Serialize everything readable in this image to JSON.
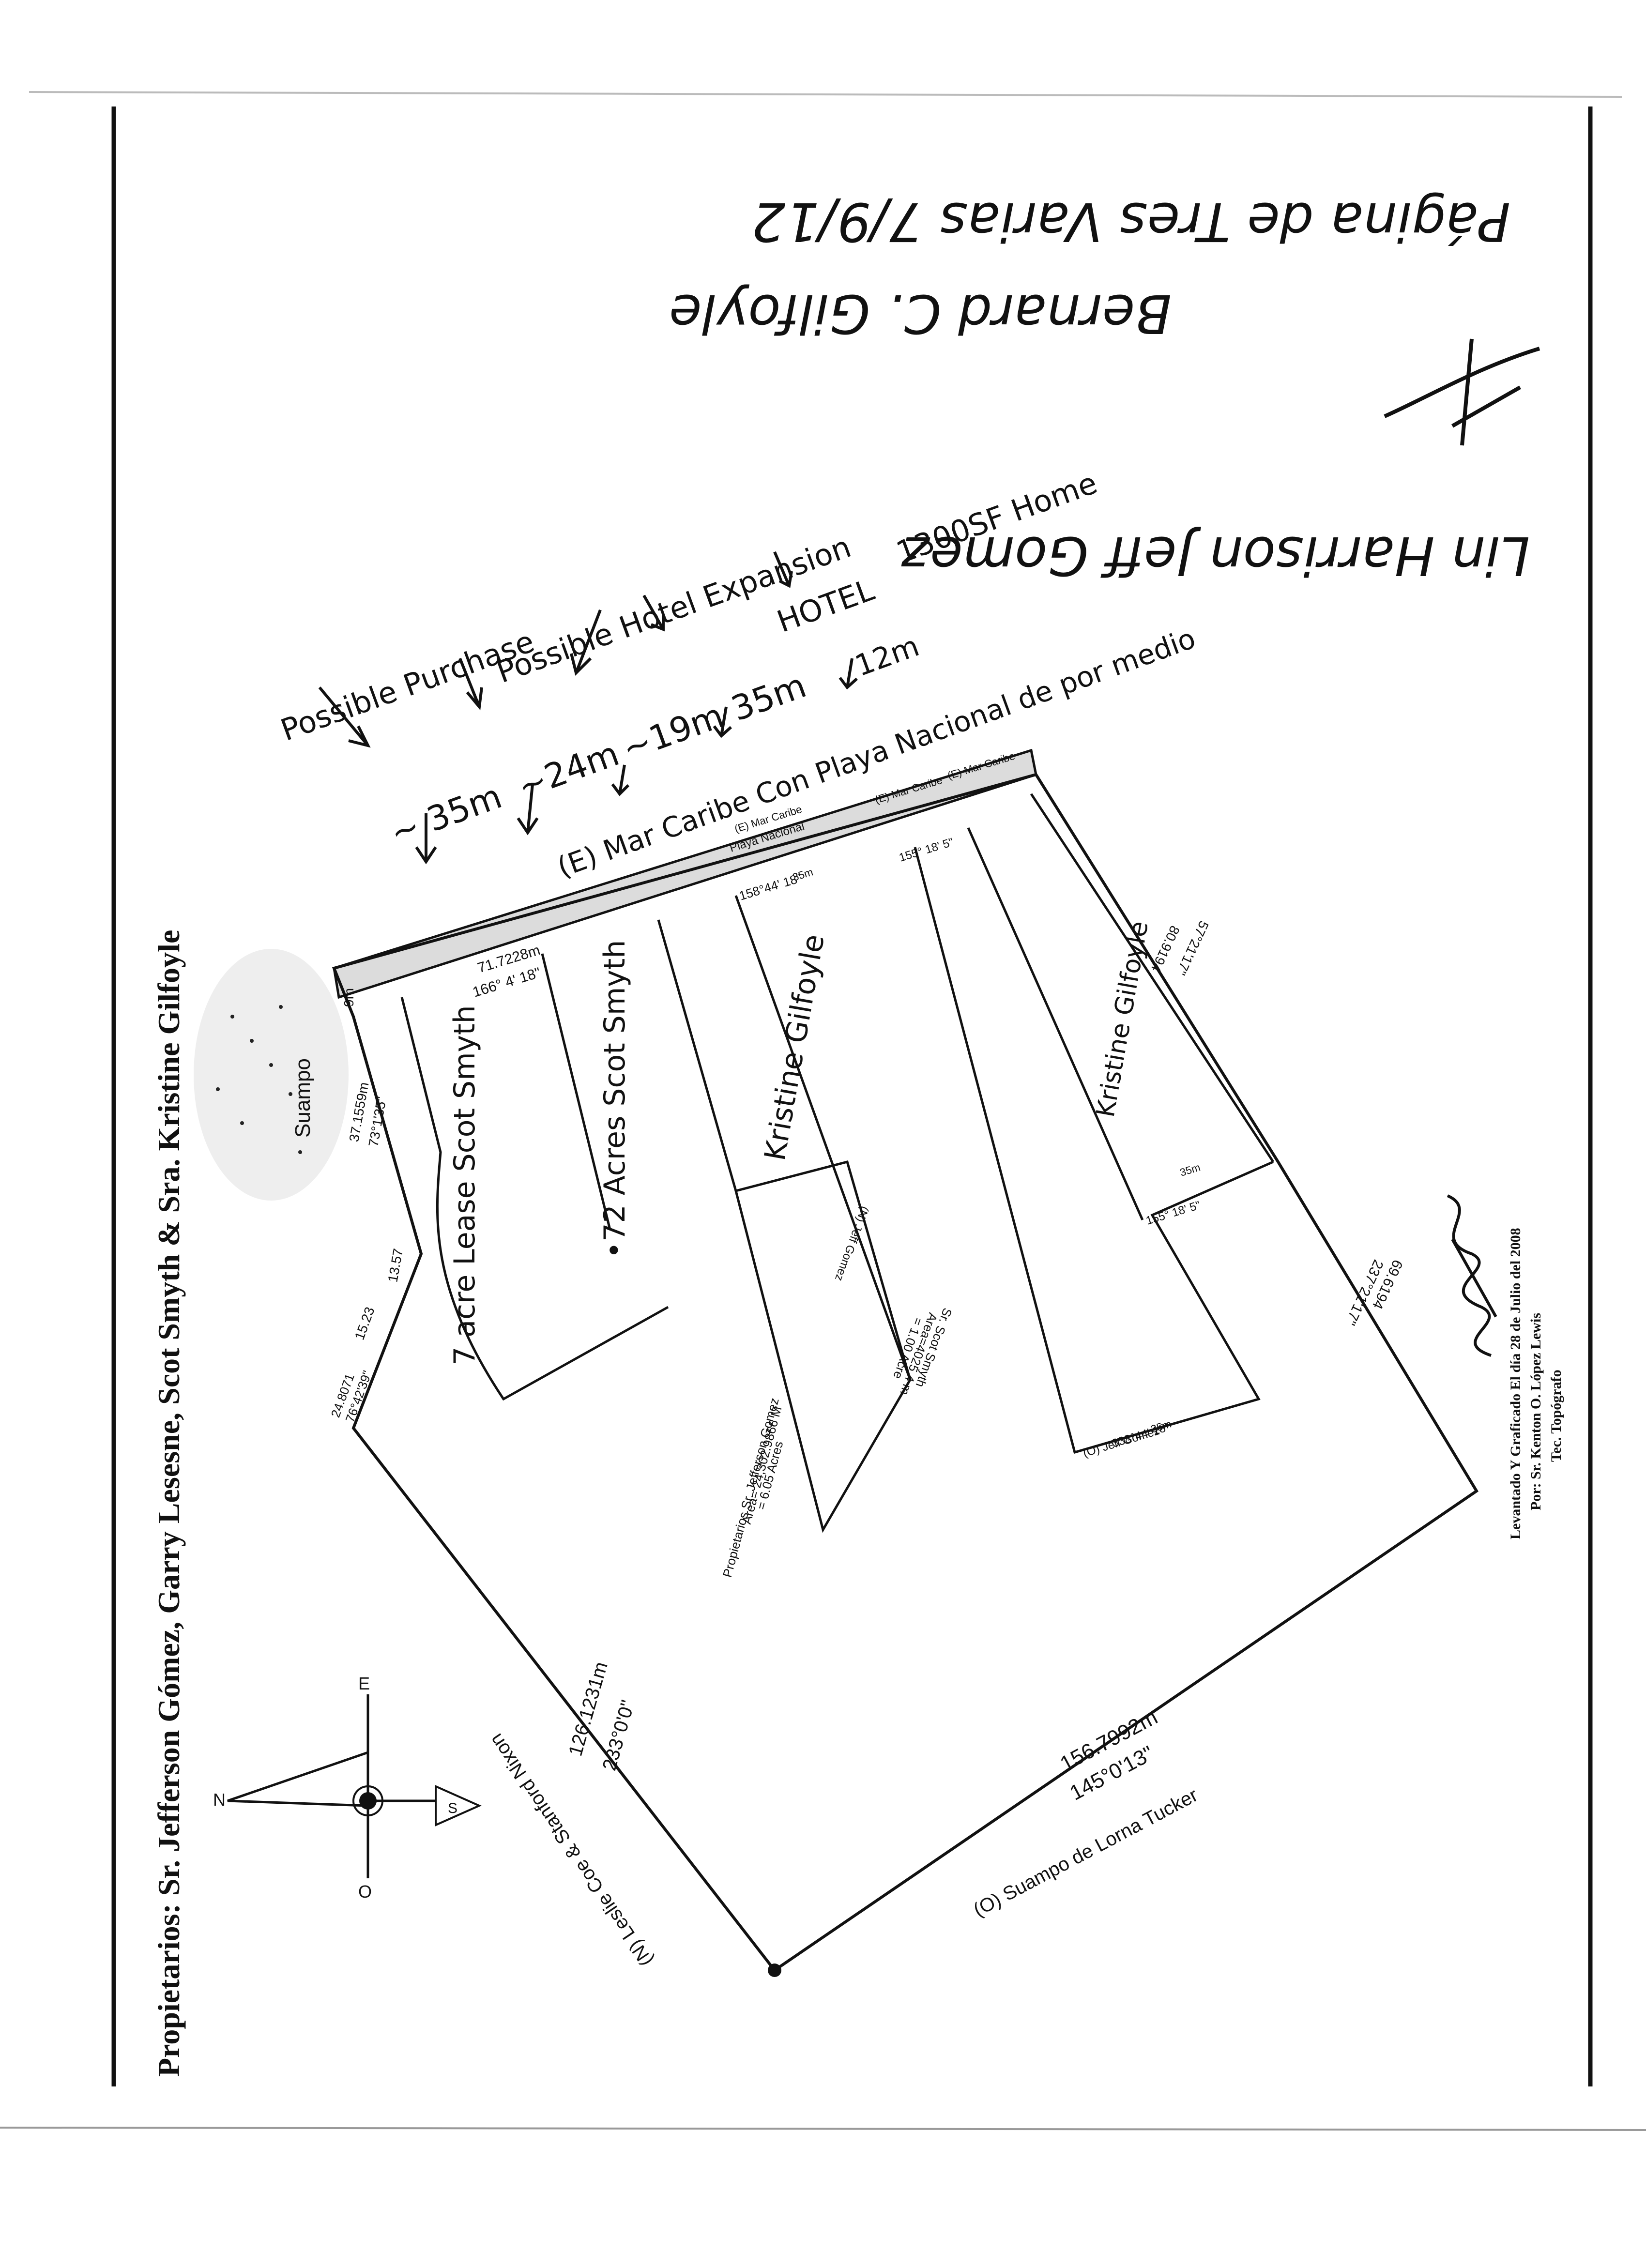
{
  "document": {
    "title": "Propietarios: Sr. Jefferson Gómez, Garry Lesesne, Scot Smyth & Sra. Kristine Gilfoyle",
    "page_note": "Página de Tres Varias 7/9/12",
    "surveyor": {
      "line1": "Levantado Y Graficado El día 28 de Julio del 2008",
      "line2": "Por: Sr. Kenton O. López Lewis",
      "line3": "Tec. Topógrafo"
    }
  },
  "annotations": {
    "possible_purchase": "Possible Purchase",
    "possible_hotel_expansion": "Possible Hotel Expansion",
    "hotel": "HOTEL",
    "home": "1300SF Home",
    "widths": [
      "~ 35m",
      "~24m",
      "~19m",
      "35m",
      "12m"
    ]
  },
  "boundaries": {
    "east": "(E) Mar Caribe Con Playa Nacional de por medio",
    "east_small_1": "(E) Mar Caribe",
    "east_small_2": "(E) Mar Caribe",
    "east_small_3": "(E) Mar Caribe",
    "playa": "Playa Nacional",
    "north": "(N) Leslie Coe & Stanford Nixon",
    "west": "(O) Suampo de Lorna Tucker",
    "suampo": "Suampo",
    "jeff_gomez_south": "(O) Jeff Gomez",
    "jeff_gomez_north": "(N) Jeff Gomez"
  },
  "measurements": {
    "front": "71.7228m",
    "front_angle": "166° 4' 18\"",
    "angle_2": "158°44' 18\"",
    "angle_3": "155° 18' 5\"",
    "angle_4": "155° 18' 5\"",
    "angle_5": "338°44' 18\"",
    "north_len": "126.1231m",
    "north_angle": "233°0'0\"",
    "west_len": "156.7992m",
    "west_angle": "145°0'13\"",
    "south_len": "69.6194",
    "south_angle": "237°21'17\"",
    "south_angle_2": "57°21'17\"",
    "side_len_2": "80.9194",
    "swamp_1": "9m",
    "swamp_2": "37.1559m",
    "swamp_3": "73°1'35\"",
    "swamp_4": "13.57",
    "swamp_5": "15.23",
    "swamp_6": "24.8071",
    "swamp_7": "76°42'39\"",
    "lot_width_1": "35m",
    "lot_width_2": "35m",
    "lot_width_3": "35m"
  },
  "parcels": {
    "lease_1": "7 acre Lease Scot Smyth",
    "lease_2": "•72 Acres Scot Smyth",
    "kristine_1": "Kristine Gilfoyle",
    "kristine_2": "Kristine Gilfoyle",
    "jefferson": "Propietarios Sr. Jefferson Gomez",
    "jefferson_area": "Area= 24,302.9866 M",
    "jefferson_acres": "= 6.05 Acres",
    "scot_lot": "Sr. Scot Smyth",
    "scot_lot_area": "Area=4025.4 m",
    "scot_lot_acres": "= 1.00 Acre"
  },
  "signatures": {
    "sig_1": "Bernard C. Gilfoyle",
    "sig_2": "Lin Harrison Jeff Gomez"
  },
  "compass": {
    "n": "N",
    "e": "E",
    "s": "S",
    "o": "O"
  }
}
